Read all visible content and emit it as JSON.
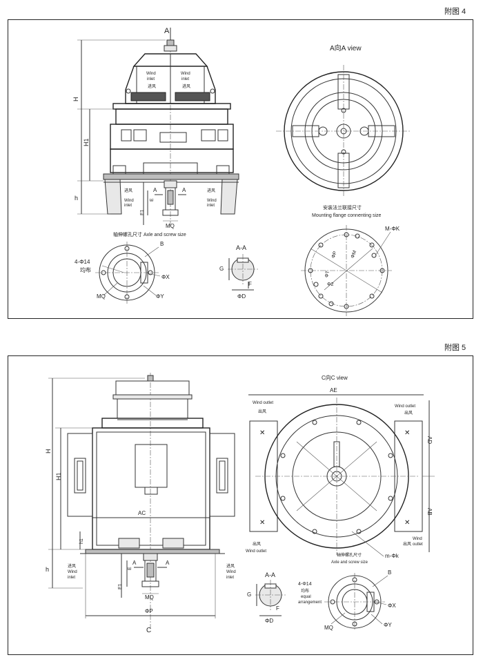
{
  "figure4": {
    "label": "附图 4",
    "front": {
      "top_marker": "A",
      "wind_inlet_left": [
        "Wind",
        "inlet",
        "进风"
      ],
      "wind_inlet_right": [
        "Wind",
        "inlet",
        "进风"
      ],
      "dim_H": "H",
      "dim_H1": "H1",
      "dim_h": "h",
      "dim_E": "E",
      "dim_E1": "E1",
      "bottom_inlet_left": [
        "进风",
        "Wind",
        "inlet"
      ],
      "bottom_inlet_right": [
        "进风",
        "Wind",
        "inlet"
      ],
      "section_marks": [
        "A",
        "A"
      ],
      "dim_MQ": "MQ",
      "caption": "轴伸螺孔尺寸  Axle and screw size"
    },
    "view": {
      "title": "A向A view",
      "caption_cn": "安装法兰联接尺寸",
      "caption_en": "Mounting flange connenting size",
      "labels": [
        "M-ΦK",
        "ΦP",
        "ΦM",
        "ΦT",
        "Φ2"
      ]
    },
    "axle_end": {
      "label_holes": "4-Φ14",
      "label_even": "均布",
      "labels": [
        "B",
        "ΦX",
        "ΦY",
        "MQ"
      ]
    },
    "section": {
      "title": "A-A",
      "labels": [
        "G",
        "F",
        "ΦD"
      ]
    }
  },
  "figure5": {
    "label": "附图 5",
    "front": {
      "dim_H": "H",
      "dim_H1": "H1",
      "dim_h": "h",
      "dim_h1": "h1",
      "dim_AC": "AC",
      "dim_E": "E",
      "dim_E1": "E1",
      "section_marks": [
        "A",
        "A"
      ],
      "dim_MQ": "MQ",
      "dim_P": "ΦP",
      "bottom_marker": "C",
      "bottom_inlet_left": [
        "进风",
        "Wind",
        "inlet"
      ],
      "bottom_inlet_right": [
        "进风",
        "Wind",
        "inlet"
      ]
    },
    "view": {
      "title": "C向C view",
      "dim_AE": "AE",
      "dim_AD": "AD",
      "dim_AB": "AB",
      "outlet_tl": [
        "Wind outlet",
        "出风"
      ],
      "outlet_tr": [
        "Wind outlet",
        "出风"
      ],
      "outlet_bl": [
        "出风",
        "Wind outlet"
      ],
      "outlet_br": [
        "出风",
        "Wind",
        "outlet"
      ],
      "caption_cn": "轴伸螺孔尺寸",
      "caption_en": "Axle and screw size",
      "dim_mK": "m-Φk"
    },
    "section": {
      "title": "A-A",
      "labels": [
        "G",
        "F",
        "ΦD"
      ]
    },
    "axle_end": {
      "label_holes": "4-Φ14",
      "label_even": [
        "均布",
        "equal",
        "arrangement"
      ],
      "labels": [
        "B",
        "ΦX",
        "ΦY",
        "MQ"
      ]
    }
  }
}
